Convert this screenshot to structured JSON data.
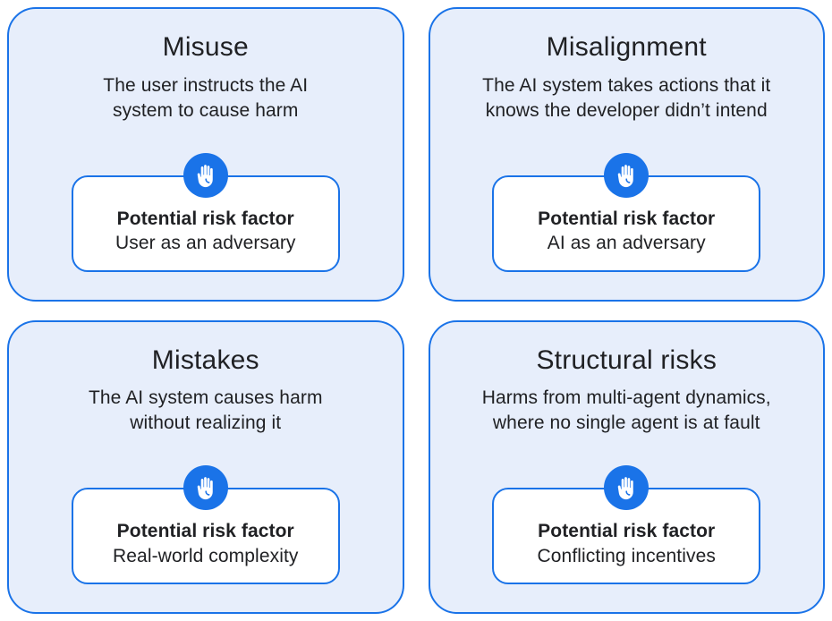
{
  "figure": {
    "name": "AI risk areas quadrant diagram"
  },
  "colors": {
    "panel_fill": "#e7eefb",
    "border_blue": "#1a73e8",
    "icon_blue": "#1a73e8",
    "card_fill": "#ffffff",
    "text": "#202124"
  },
  "quadrants": [
    {
      "title": "Misuse",
      "description": "The user instructs the AI\nsystem to cause harm",
      "risk_label": "Potential risk factor",
      "risk_factor": "User as an adversary"
    },
    {
      "title": "Misalignment",
      "description": "The AI system takes actions that it\nknows the developer didn’t intend",
      "risk_label": "Potential risk factor",
      "risk_factor": "AI as an adversary"
    },
    {
      "title": "Mistakes",
      "description": "The AI system causes harm\nwithout realizing it",
      "risk_label": "Potential risk factor",
      "risk_factor": "Real-world complexity"
    },
    {
      "title": "Structural risks",
      "description": "Harms from multi-agent dynamics,\nwhere no single agent is at fault",
      "risk_label": "Potential risk factor",
      "risk_factor": "Conflicting incentives"
    }
  ]
}
